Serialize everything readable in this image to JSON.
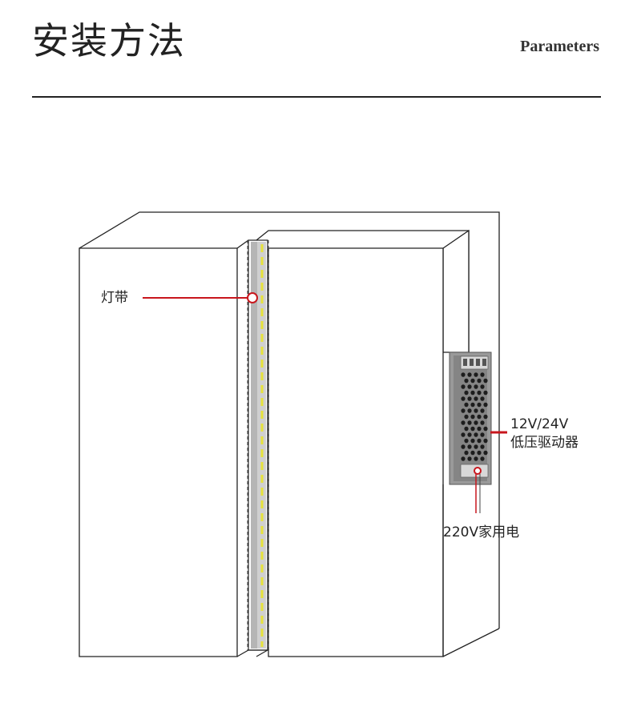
{
  "header": {
    "title": "安装方法",
    "subtitle": "Parameters"
  },
  "labels": {
    "led_strip": "灯带",
    "driver_line1": "12V/24V",
    "driver_line2": "低压驱动器",
    "mains": "220V家用电"
  },
  "colors": {
    "line": "#222222",
    "accent": "#c8161d",
    "strip_led": "#e6e23a",
    "driver_body": "#9a9a9a"
  }
}
